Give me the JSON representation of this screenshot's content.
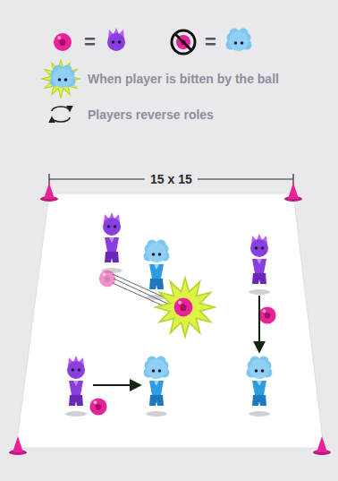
{
  "diagram": {
    "labels": [
      "=",
      "=",
      "15 x 15"
    ],
    "legend": [
      {
        "text": "When player is bitten by the ball"
      },
      {
        "text": "Players reverse roles"
      }
    ]
  }
}
